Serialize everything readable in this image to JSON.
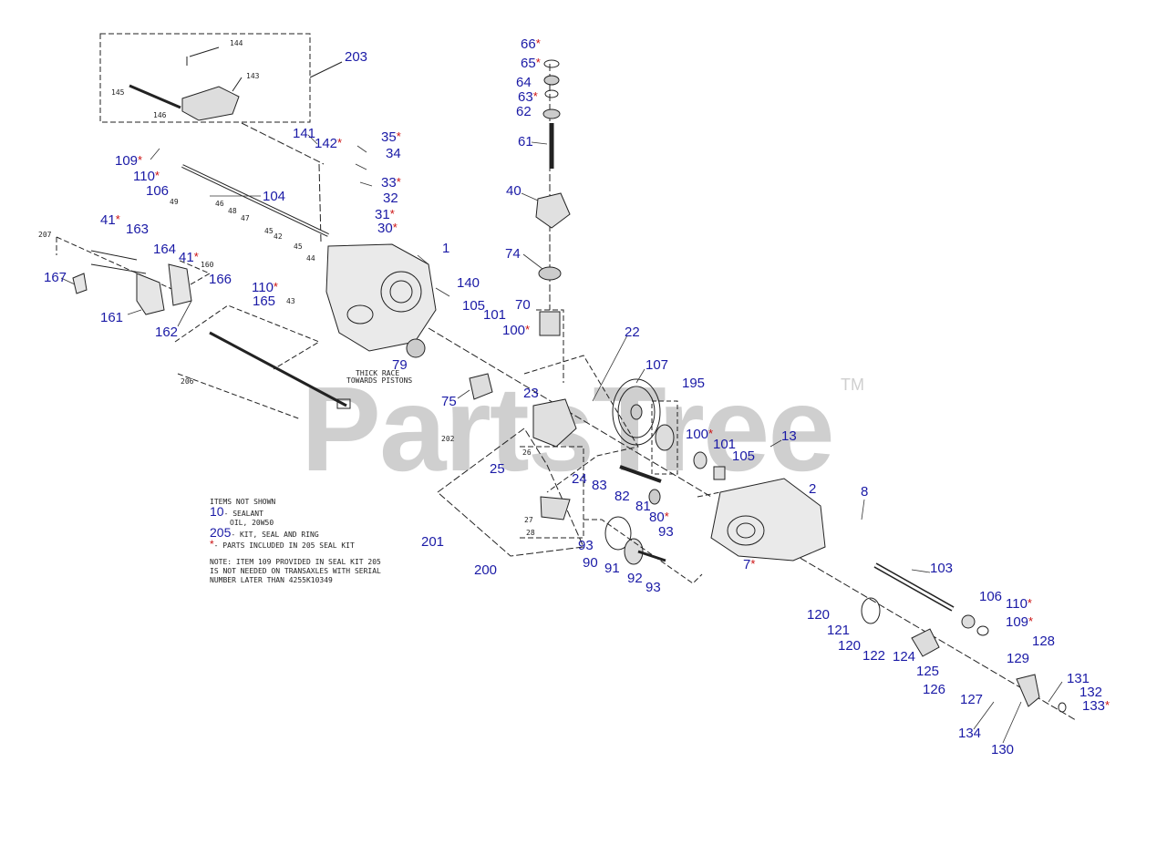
{
  "watermark": {
    "text": "PartsTree",
    "tm": "TM"
  },
  "callouts": [
    {
      "id": "203",
      "label": "203",
      "star": false
    },
    {
      "id": "66",
      "label": "66",
      "star": true
    },
    {
      "id": "65",
      "label": "65",
      "star": true
    },
    {
      "id": "64",
      "label": "64",
      "star": false
    },
    {
      "id": "63",
      "label": "63",
      "star": true
    },
    {
      "id": "62",
      "label": "62",
      "star": false
    },
    {
      "id": "61",
      "label": "61",
      "star": false
    },
    {
      "id": "40",
      "label": "40",
      "star": false
    },
    {
      "id": "74",
      "label": "74",
      "star": false
    },
    {
      "id": "141",
      "label": "141",
      "star": false
    },
    {
      "id": "142",
      "label": "142",
      "star": true
    },
    {
      "id": "35",
      "label": "35",
      "star": true
    },
    {
      "id": "34",
      "label": "34",
      "star": false
    },
    {
      "id": "33",
      "label": "33",
      "star": true
    },
    {
      "id": "32",
      "label": "32",
      "star": false
    },
    {
      "id": "31",
      "label": "31",
      "star": true
    },
    {
      "id": "30",
      "label": "30",
      "star": true
    },
    {
      "id": "109a",
      "label": "109",
      "star": true
    },
    {
      "id": "110a",
      "label": "110",
      "star": true
    },
    {
      "id": "106a",
      "label": "106",
      "star": false
    },
    {
      "id": "104",
      "label": "104",
      "star": false
    },
    {
      "id": "41a",
      "label": "41",
      "star": true
    },
    {
      "id": "163",
      "label": "163",
      "star": false
    },
    {
      "id": "164",
      "label": "164",
      "star": false
    },
    {
      "id": "41b",
      "label": "41",
      "star": true
    },
    {
      "id": "167",
      "label": "167",
      "star": false
    },
    {
      "id": "166",
      "label": "166",
      "star": false
    },
    {
      "id": "110b",
      "label": "110",
      "star": true
    },
    {
      "id": "165",
      "label": "165",
      "star": false
    },
    {
      "id": "161",
      "label": "161",
      "star": false
    },
    {
      "id": "162",
      "label": "162",
      "star": false
    },
    {
      "id": "1",
      "label": "1",
      "star": false
    },
    {
      "id": "140",
      "label": "140",
      "star": false
    },
    {
      "id": "105a",
      "label": "105",
      "star": false
    },
    {
      "id": "101a",
      "label": "101",
      "star": false
    },
    {
      "id": "70",
      "label": "70",
      "star": false
    },
    {
      "id": "100a",
      "label": "100",
      "star": true
    },
    {
      "id": "22",
      "label": "22",
      "star": false
    },
    {
      "id": "79",
      "label": "79",
      "star": false
    },
    {
      "id": "75",
      "label": "75",
      "star": false
    },
    {
      "id": "107",
      "label": "107",
      "star": false
    },
    {
      "id": "195",
      "label": "195",
      "star": false
    },
    {
      "id": "23",
      "label": "23",
      "star": false
    },
    {
      "id": "100b",
      "label": "100",
      "star": true
    },
    {
      "id": "101b",
      "label": "101",
      "star": false
    },
    {
      "id": "105b",
      "label": "105",
      "star": false
    },
    {
      "id": "13",
      "label": "13",
      "star": false
    },
    {
      "id": "25",
      "label": "25",
      "star": false
    },
    {
      "id": "24",
      "label": "24",
      "star": false
    },
    {
      "id": "83",
      "label": "83",
      "star": false
    },
    {
      "id": "82",
      "label": "82",
      "star": false
    },
    {
      "id": "81",
      "label": "81",
      "star": false
    },
    {
      "id": "80",
      "label": "80",
      "star": true
    },
    {
      "id": "2",
      "label": "2",
      "star": false
    },
    {
      "id": "8",
      "label": "8",
      "star": false
    },
    {
      "id": "93a",
      "label": "93",
      "star": false
    },
    {
      "id": "201",
      "label": "201",
      "star": false
    },
    {
      "id": "93b",
      "label": "93",
      "star": false
    },
    {
      "id": "90",
      "label": "90",
      "star": false
    },
    {
      "id": "91",
      "label": "91",
      "star": false
    },
    {
      "id": "92",
      "label": "92",
      "star": false
    },
    {
      "id": "93c",
      "label": "93",
      "star": false
    },
    {
      "id": "200",
      "label": "200",
      "star": false
    },
    {
      "id": "7",
      "label": "7",
      "star": true
    },
    {
      "id": "103",
      "label": "103",
      "star": false
    },
    {
      "id": "106b",
      "label": "106",
      "star": false
    },
    {
      "id": "110c",
      "label": "110",
      "star": true
    },
    {
      "id": "109b",
      "label": "109",
      "star": true
    },
    {
      "id": "120a",
      "label": "120",
      "star": false
    },
    {
      "id": "121",
      "label": "121",
      "star": false
    },
    {
      "id": "120b",
      "label": "120",
      "star": false
    },
    {
      "id": "122",
      "label": "122",
      "star": false
    },
    {
      "id": "124",
      "label": "124",
      "star": false
    },
    {
      "id": "128",
      "label": "128",
      "star": false
    },
    {
      "id": "129",
      "label": "129",
      "star": false
    },
    {
      "id": "125",
      "label": "125",
      "star": false
    },
    {
      "id": "126",
      "label": "126",
      "star": false
    },
    {
      "id": "127",
      "label": "127",
      "star": false
    },
    {
      "id": "131",
      "label": "131",
      "star": false
    },
    {
      "id": "132",
      "label": "132",
      "star": false
    },
    {
      "id": "133",
      "label": "133",
      "star": true
    },
    {
      "id": "134",
      "label": "134",
      "star": false
    },
    {
      "id": "130",
      "label": "130",
      "star": false
    }
  ],
  "small_labels": [
    {
      "id": "s144",
      "text": "144"
    },
    {
      "id": "s143",
      "text": "143"
    },
    {
      "id": "s145",
      "text": "145"
    },
    {
      "id": "s146",
      "text": "146"
    },
    {
      "id": "s207",
      "text": "207"
    },
    {
      "id": "s49",
      "text": "49"
    },
    {
      "id": "s46",
      "text": "46"
    },
    {
      "id": "s48",
      "text": "48"
    },
    {
      "id": "s47",
      "text": "47"
    },
    {
      "id": "s45a",
      "text": "45"
    },
    {
      "id": "s42",
      "text": "42"
    },
    {
      "id": "s45b",
      "text": "45"
    },
    {
      "id": "s44",
      "text": "44"
    },
    {
      "id": "s43",
      "text": "43"
    },
    {
      "id": "s160",
      "text": "160"
    },
    {
      "id": "s206",
      "text": "206"
    },
    {
      "id": "s202",
      "text": "202"
    },
    {
      "id": "s26",
      "text": "26"
    },
    {
      "id": "s27",
      "text": "27"
    },
    {
      "id": "s28",
      "text": "28"
    },
    {
      "id": "thick1",
      "text": "THICK RACE"
    },
    {
      "id": "thick2",
      "text": "TOWARDS PISTONS"
    }
  ],
  "notes": {
    "heading": "ITEMS NOT SHOWN",
    "item10_num": "10",
    "item10_text": "- SEALANT",
    "item10_sub": "OIL, 20W50",
    "item205_num": "205",
    "item205_text": "- KIT, SEAL AND RING",
    "star_mark": "*",
    "star_text": "- PARTS INCLUDED IN 205 SEAL KIT",
    "note1": "NOTE: ITEM 109 PROVIDED IN SEAL KIT 205",
    "note2": "IS NOT NEEDED ON TRANSAXLES WITH SERIAL",
    "note3": "NUMBER LATER THAN 4255K10349"
  },
  "colors": {
    "callout": "#1a1aa6",
    "star": "#cc1111",
    "linework": "#222222",
    "watermark": "#cfcfcf"
  }
}
